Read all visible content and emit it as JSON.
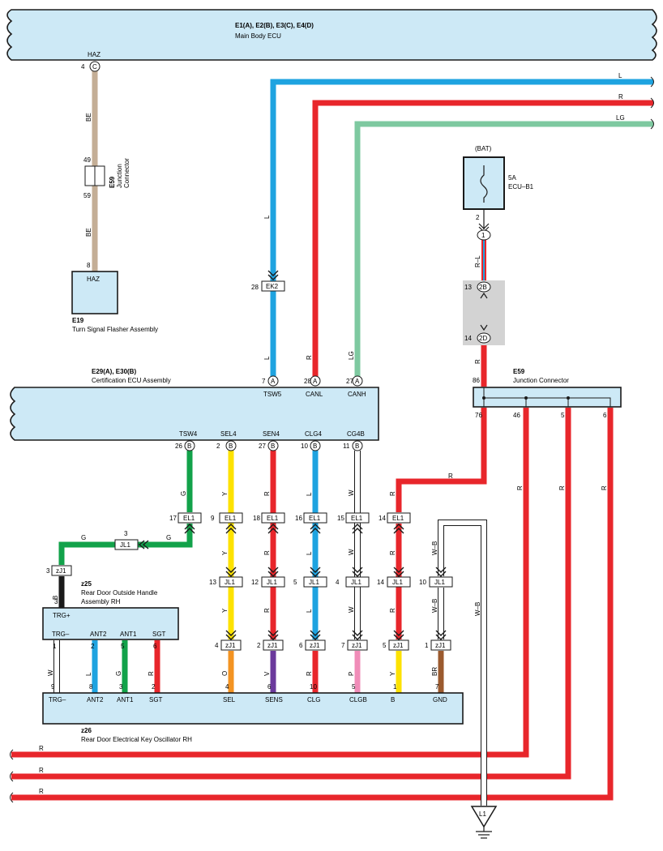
{
  "main_ecu": {
    "title": "E1(A), E2(B), E3(C), E4(D)",
    "subtitle": "Main Body ECU",
    "pin_label": "HAZ",
    "pin_num": "4",
    "pin_letter": "C"
  },
  "right_wires": {
    "l": "L",
    "r": "R",
    "lg": "LG"
  },
  "haz_wire": {
    "color_top": "BE",
    "color_bottom": "BE",
    "pin_top": "49",
    "pin_bottom": "59",
    "pin_flasher": "8"
  },
  "e59_small": {
    "id": "E59",
    "line1": "Junction",
    "line2": "Connector"
  },
  "e19": {
    "label": "HAZ",
    "id": "E19",
    "name": "Turn Signal Flasher Assembly"
  },
  "bat": {
    "label": "(BAT)",
    "fuse_amp": "5A",
    "fuse_name": "ECU–B1",
    "pin_out": "2",
    "pin_in": "1",
    "wire_color": "R–L",
    "wire_color2": "R"
  },
  "connector_2b": {
    "pin": "13",
    "label": "2B"
  },
  "connector_2d": {
    "pin": "14",
    "label": "2D"
  },
  "ek2": {
    "pin": "28",
    "label": "EK2",
    "wire_color": "L"
  },
  "cert_ecu": {
    "title": "E29(A), E30(B)",
    "subtitle": "Certification ECU Assembly",
    "top_pins": [
      {
        "num": "7",
        "letter": "A",
        "label": "TSW5",
        "wire": "L"
      },
      {
        "num": "28",
        "letter": "A",
        "label": "CANL",
        "wire": "R"
      },
      {
        "num": "27",
        "letter": "A",
        "label": "CANH",
        "wire": "LG"
      }
    ],
    "bottom_pins": [
      {
        "num": "26",
        "letter": "B",
        "label": "TSW4"
      },
      {
        "num": "2",
        "letter": "B",
        "label": "SEL4"
      },
      {
        "num": "27",
        "letter": "B",
        "label": "SEN4"
      },
      {
        "num": "10",
        "letter": "B",
        "label": "CLG4"
      },
      {
        "num": "11",
        "letter": "B",
        "label": "CG4B"
      }
    ]
  },
  "e59_junction": {
    "id": "E59",
    "name": "Junction Connector",
    "pin_top": "86",
    "pins": [
      "76",
      "46",
      "5",
      "6"
    ]
  },
  "bus_wire_color": "R",
  "el1_row": [
    {
      "pin": "17",
      "label": "EL1",
      "color": "G"
    },
    {
      "pin": "9",
      "label": "EL1",
      "color": "Y"
    },
    {
      "pin": "18",
      "label": "EL1",
      "color": "R"
    },
    {
      "pin": "16",
      "label": "EL1",
      "color": "L"
    },
    {
      "pin": "15",
      "label": "EL1",
      "color": "W"
    },
    {
      "pin": "14",
      "label": "EL1",
      "color": "R"
    }
  ],
  "jl1_g": {
    "pin": "3",
    "label": "JL1",
    "color_left": "G",
    "color_right": "G"
  },
  "zj1_left": {
    "pin": "3",
    "label": "zJ1",
    "color": "B",
    "pin_below": "3"
  },
  "jl1_row": [
    {
      "pin": "13",
      "label": "JL1",
      "color": "Y"
    },
    {
      "pin": "12",
      "label": "JL1",
      "color": "R"
    },
    {
      "pin": "5",
      "label": "JL1",
      "color": "L"
    },
    {
      "pin": "4",
      "label": "JL1",
      "color": "W"
    },
    {
      "pin": "14",
      "label": "JL1",
      "color": "R"
    },
    {
      "pin": "10",
      "label": "JL1",
      "color": "W–B"
    }
  ],
  "ground_wire_color": "W–B",
  "zj1_row": [
    {
      "pin": "4",
      "label": "zJ1",
      "color": "O"
    },
    {
      "pin": "2",
      "label": "zJ1",
      "color": "V"
    },
    {
      "pin": "6",
      "label": "zJ1",
      "color": "R"
    },
    {
      "pin": "7",
      "label": "zJ1",
      "color": "P"
    },
    {
      "pin": "5",
      "label": "zJ1",
      "color": "Y"
    },
    {
      "pin": "1",
      "label": "zJ1",
      "color": "BR"
    }
  ],
  "z25": {
    "id": "z25",
    "line1": "Rear Door Outside Handle",
    "line2": "Assembly RH",
    "trg_plus": "TRG+",
    "pins": [
      {
        "label": "TRG–",
        "num": "1",
        "wire": "W"
      },
      {
        "label": "ANT2",
        "num": "2",
        "wire": "L"
      },
      {
        "label": "ANT1",
        "num": "5",
        "wire": "G"
      },
      {
        "label": "SGT",
        "num": "6",
        "wire": "R"
      }
    ]
  },
  "z26": {
    "id": "z26",
    "name": "Rear Door Electrical Key Oscillator RH",
    "pins": [
      {
        "label": "TRG–",
        "num": "9"
      },
      {
        "label": "ANT2",
        "num": "8"
      },
      {
        "label": "ANT1",
        "num": "3"
      },
      {
        "label": "SGT",
        "num": "2"
      },
      {
        "label": "SEL",
        "num": "4"
      },
      {
        "label": "SENS",
        "num": "6"
      },
      {
        "label": "CLG",
        "num": "10"
      },
      {
        "label": "CLGB",
        "num": "5"
      },
      {
        "label": "B",
        "num": "1"
      },
      {
        "label": "GND",
        "num": "7"
      }
    ]
  },
  "bottom_wires": {
    "w1": "R",
    "w2": "R",
    "w3": "R"
  },
  "ground": {
    "label": "L1"
  },
  "colors": {
    "box_fill": "#cde9f6",
    "L": "#1ea3e0",
    "R": "#e8262b",
    "LG": "#7ec9a0",
    "G": "#12a24a",
    "Y": "#fde200",
    "W": "#ffffff",
    "O": "#f39322",
    "V": "#6b3a9c",
    "P": "#f08cb8",
    "BR": "#9b5a2e",
    "B": "#1a1a1a",
    "BE": "#c4ae96"
  }
}
